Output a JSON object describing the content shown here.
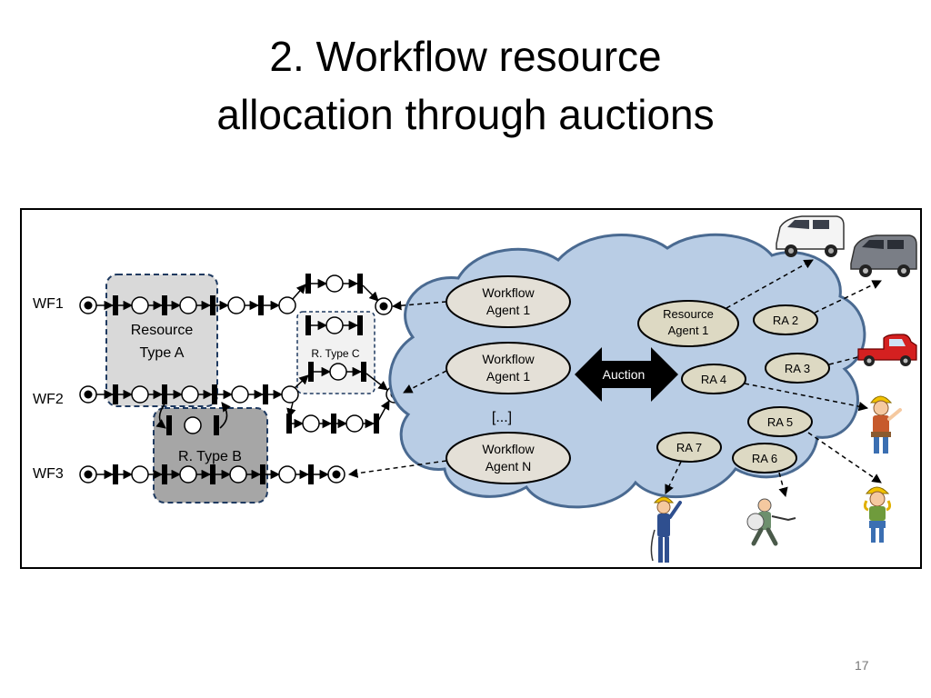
{
  "slide": {
    "title_line1": "2. Workflow resource",
    "title_line2": "allocation through auctions",
    "page_number": "17"
  },
  "diagram": {
    "workflows": [
      "WF1",
      "WF2",
      "WF3"
    ],
    "resource_types": {
      "a_line1": "Resource",
      "a_line2": "Type A",
      "b": "R. Type B",
      "c": "R. Type C"
    },
    "workflow_agents": [
      {
        "line1": "Workflow",
        "line2": "Agent 1"
      },
      {
        "line1": "Workflow",
        "line2": "Agent 1"
      },
      {
        "line1": "Workflow",
        "line2": "Agent N"
      }
    ],
    "ellipsis": "[...]",
    "auction_label": "Auction",
    "resource_agent_1": {
      "line1": "Resource",
      "line2": "Agent 1"
    },
    "resource_agents": [
      "RA 2",
      "RA 3",
      "RA 4",
      "RA 5",
      "RA 6",
      "RA 7"
    ],
    "colors": {
      "cloud_fill": "#b9cde5",
      "cloud_stroke": "#4a6a91",
      "agent_fill": "#e4e0d7",
      "ra_fill": "#ddd9c3",
      "type_a_fill": "#d9d9d9",
      "type_b_fill": "#a6a6a6",
      "type_c_fill": "#f2f2f2",
      "box_border": "#1f3a60"
    },
    "icons": [
      "white-van-icon",
      "grey-van-icon",
      "red-pickup-truck-icon",
      "construction-worker-icon",
      "electrician-icon",
      "plumber-icon",
      "child-worker-icon"
    ]
  }
}
